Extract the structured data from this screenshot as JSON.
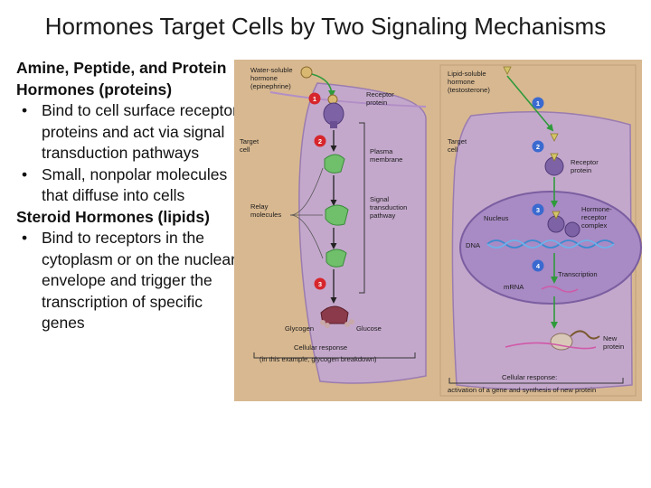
{
  "title": "Hormones Target Cells by Two Signaling Mechanisms",
  "notes": {
    "heading1": "Amine, Peptide, and Protein Hormones (proteins)",
    "bullets1": [
      "Bind to cell surface receptor proteins and act via signal transduction pathways",
      "Small, nonpolar molecules that diffuse into cells"
    ],
    "heading2": "Steroid Hormones (lipids)",
    "bullets2": [
      "Bind to receptors in the cytoplasm or on the nuclear envelope and trigger the transcription of specific genes"
    ]
  },
  "diagram": {
    "left": {
      "water_soluble_1": "Water-soluble",
      "water_soluble_2": "hormone",
      "water_soluble_3": "(epinephrine)",
      "receptor_1": "Receptor",
      "receptor_2": "protein",
      "target_1": "Target",
      "target_2": "cell",
      "plasma_1": "Plasma",
      "plasma_2": "membrane",
      "relay_1": "Relay",
      "relay_2": "molecules",
      "signal_1": "Signal",
      "signal_2": "transduction",
      "signal_3": "pathway",
      "glycogen": "Glycogen",
      "glucose": "Glucose",
      "response_1": "Cellular response",
      "response_2": "(in this example, glycogen breakdown)",
      "steps": [
        "1",
        "2",
        "3"
      ]
    },
    "right": {
      "lipid_1": "Lipid-soluble",
      "lipid_2": "hormone",
      "lipid_3": "(testosterone)",
      "target_1": "Target",
      "target_2": "cell",
      "receptor_1": "Receptor",
      "receptor_2": "protein",
      "nucleus": "Nucleus",
      "complex_1": "Hormone-",
      "complex_2": "receptor",
      "complex_3": "complex",
      "dna": "DNA",
      "transcription": "Transcription",
      "mrna": "mRNA",
      "new_protein_1": "New",
      "new_protein_2": "protein",
      "response_1": "Cellular response:",
      "response_2": "activation of a gene and synthesis of new protein",
      "steps": [
        "1",
        "2",
        "3",
        "4"
      ]
    }
  },
  "colors": {
    "panel_bg": "#d8b890",
    "cytoplasm": "#c4a8cc",
    "nucleus": "#a88ac4",
    "arrow": "#2f9a3c",
    "step_badge": "#d6262c",
    "receptor": "#7e62a6",
    "relay": "#6fbf6b",
    "hormone_left": "#d9b872",
    "hormone_right": "#d4c56a"
  }
}
